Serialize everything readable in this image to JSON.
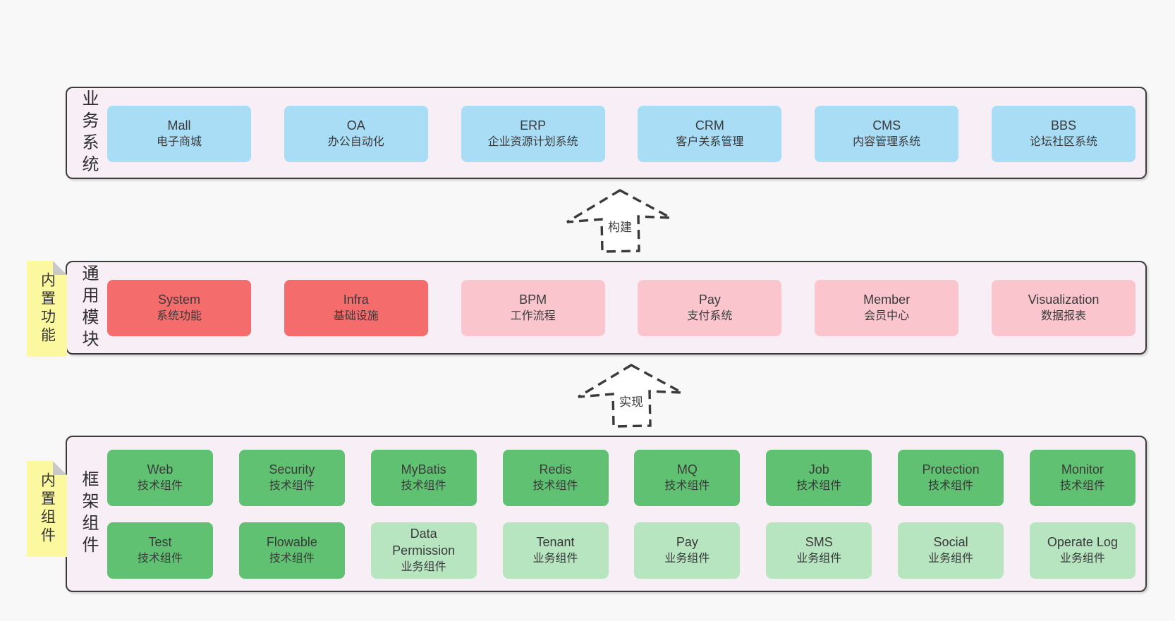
{
  "colors": {
    "page_bg": "#f8f8f8",
    "band_bg": "#f8eef6",
    "band_border": "#3c3c3c",
    "blue": "#a9dcf5",
    "red": "#f56c6c",
    "pink": "#fbc5cd",
    "green": "#5fc171",
    "green_light": "#b7e5c0",
    "sticky_yellow": "#fbf8a0",
    "sticky_fold": "#c9c9c9",
    "text": "#3a3a3a"
  },
  "bands": [
    {
      "id": "business-systems",
      "label": "业务系统",
      "boxes": [
        {
          "name": "Mall",
          "desc": "电子商城",
          "type": "blue"
        },
        {
          "name": "OA",
          "desc": "办公自动化",
          "type": "blue"
        },
        {
          "name": "ERP",
          "desc": "企业资源计划系统",
          "type": "blue"
        },
        {
          "name": "CRM",
          "desc": "客户关系管理",
          "type": "blue"
        },
        {
          "name": "CMS",
          "desc": "内容管理系统",
          "type": "blue"
        },
        {
          "name": "BBS",
          "desc": "论坛社区系统",
          "type": "blue"
        }
      ]
    },
    {
      "id": "common-modules",
      "label": "通用模块",
      "sticky": "内置功能",
      "boxes": [
        {
          "name": "System",
          "desc": "系统功能",
          "type": "red"
        },
        {
          "name": "Infra",
          "desc": "基础设施",
          "type": "red"
        },
        {
          "name": "BPM",
          "desc": "工作流程",
          "type": "pink"
        },
        {
          "name": "Pay",
          "desc": "支付系统",
          "type": "pink"
        },
        {
          "name": "Member",
          "desc": "会员中心",
          "type": "pink"
        },
        {
          "name": "Visualization",
          "desc": "数据报表",
          "type": "pink"
        }
      ]
    },
    {
      "id": "framework-components",
      "label": "框架组件",
      "sticky": "内置组件",
      "rows": [
        [
          {
            "name": "Web",
            "desc": "技术组件",
            "type": "green"
          },
          {
            "name": "Security",
            "desc": "技术组件",
            "type": "green"
          },
          {
            "name": "MyBatis",
            "desc": "技术组件",
            "type": "green"
          },
          {
            "name": "Redis",
            "desc": "技术组件",
            "type": "green"
          },
          {
            "name": "MQ",
            "desc": "技术组件",
            "type": "green"
          },
          {
            "name": "Job",
            "desc": "技术组件",
            "type": "green"
          },
          {
            "name": "Protection",
            "desc": "技术组件",
            "type": "green"
          },
          {
            "name": "Monitor",
            "desc": "技术组件",
            "type": "green"
          }
        ],
        [
          {
            "name": "Test",
            "desc": "技术组件",
            "type": "green"
          },
          {
            "name": "Flowable",
            "desc": "技术组件",
            "type": "green"
          },
          {
            "name": "Data Permission",
            "desc": "业务组件",
            "type": "green-light"
          },
          {
            "name": "Tenant",
            "desc": "业务组件",
            "type": "green-light"
          },
          {
            "name": "Pay",
            "desc": "业务组件",
            "type": "green-light"
          },
          {
            "name": "SMS",
            "desc": "业务组件",
            "type": "green-light"
          },
          {
            "name": "Social",
            "desc": "业务组件",
            "type": "green-light"
          },
          {
            "name": "Operate Log",
            "desc": "业务组件",
            "type": "green-light"
          }
        ]
      ]
    }
  ],
  "arrows": [
    {
      "label": "构建"
    },
    {
      "label": "实现"
    }
  ]
}
